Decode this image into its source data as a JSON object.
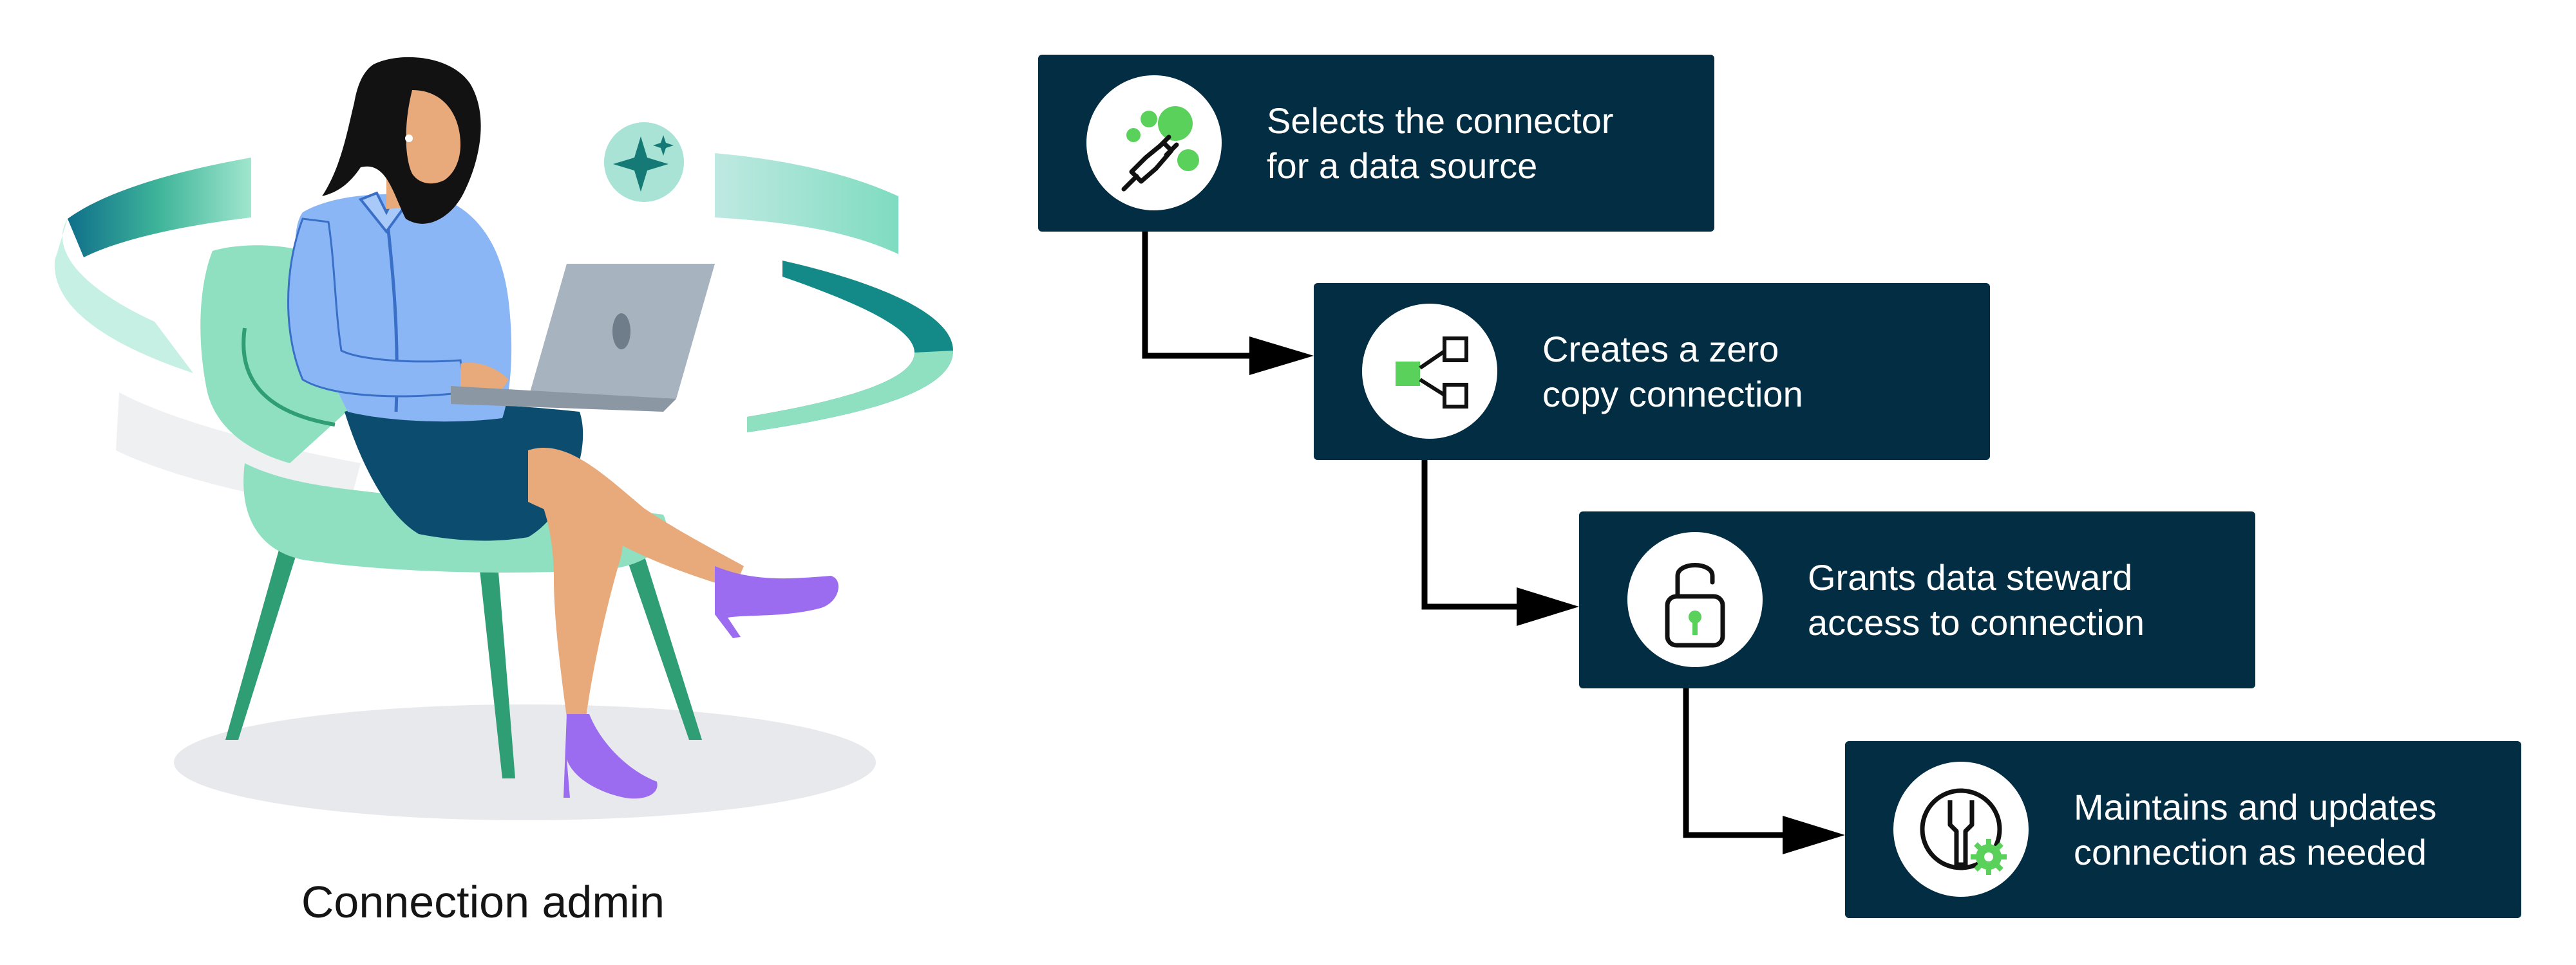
{
  "role": {
    "label": "Connection admin"
  },
  "colors": {
    "box": "#032d42",
    "accent_green": "#5ad15a",
    "arrow": "#000000",
    "chair": "#8ee0c0",
    "chair_legs": "#2f9e75",
    "blouse": "#8bb6f5",
    "skirt": "#0c4c6e",
    "shoes": "#9b6cf0",
    "laptop": "#a7b3bf",
    "skin": "#e8a97b",
    "hair": "#121212",
    "sparkle_badge": "#a8e3d5",
    "sparkle": "#157a76",
    "shadow": "#e8e9ec"
  },
  "steps": [
    {
      "id": "select-connector",
      "icon": "plug-icon",
      "lines": [
        "Selects the connector",
        "for a data source"
      ]
    },
    {
      "id": "create-connection",
      "icon": "network-nodes-icon",
      "lines": [
        "Creates a zero",
        "copy connection"
      ]
    },
    {
      "id": "grant-access",
      "icon": "unlocked-padlock-icon",
      "lines": [
        "Grants data steward",
        "access to connection"
      ]
    },
    {
      "id": "maintain-connection",
      "icon": "wrench-gear-icon",
      "lines": [
        "Maintains and updates",
        "connection as needed"
      ]
    }
  ]
}
